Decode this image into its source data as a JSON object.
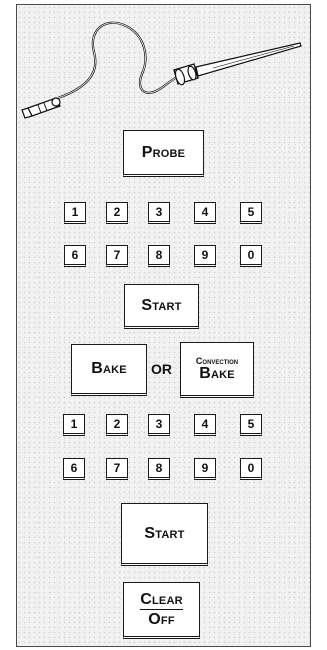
{
  "probe": {
    "icon": "meat-probe-illustration"
  },
  "buttons": {
    "probe": "Probe",
    "start_1": "Start",
    "bake": "Bake",
    "or": "OR",
    "convection_line1": "Convection",
    "convection_line2": "Bake",
    "start_2": "Start",
    "clear": "Clear",
    "off": "Off"
  },
  "keypad_1": [
    "1",
    "2",
    "3",
    "4",
    "5",
    "6",
    "7",
    "8",
    "9",
    "0"
  ],
  "keypad_2": [
    "1",
    "2",
    "3",
    "4",
    "5",
    "6",
    "7",
    "8",
    "9",
    "0"
  ]
}
